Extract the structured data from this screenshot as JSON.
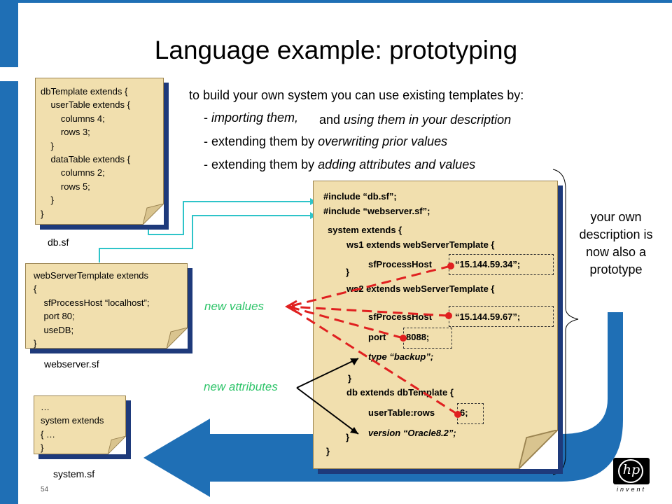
{
  "slide": {
    "title": "Language example: prototyping",
    "intro": "to build your own system you can use existing templates by:",
    "bullets": [
      {
        "plain": "- ",
        "italic": "importing them,"
      },
      {
        "plain": "and ",
        "italic": "using them in your description"
      },
      {
        "plain": "- extending them by ",
        "italic": "overwriting prior values"
      },
      {
        "plain": "- extending them by ",
        "italic": "adding attributes and values"
      }
    ],
    "side_note": "your own description is now also a prototype",
    "page_number": "54",
    "logo": {
      "mark": "hp",
      "tagline": "invent"
    }
  },
  "files": {
    "db": {
      "name": "db.sf",
      "code": "dbTemplate extends {\n    userTable extends {\n        columns 4;\n        rows 3;\n    }\n    dataTable extends {\n        columns 2;\n        rows 5;\n    }\n}"
    },
    "webserver": {
      "name": "webserver.sf",
      "code": "webServerTemplate extends\n{\n    sfProcessHost “localhost”;\n    port 80;\n    useDB;\n}"
    },
    "system": {
      "name": "system.sf",
      "code": "…\nsystem extends\n{ …\n}"
    }
  },
  "main": {
    "lines": [
      "#include “db.sf”;",
      "#include “webserver.sf”;",
      "system extends {",
      "ws1 extends webServerTemplate {",
      "sfProcessHost",
      "“15.144.59.34”;",
      "}",
      "ws2 extends webServerTemplate {",
      "sfProcessHost",
      "“15.144.59.67”;",
      "port",
      "8088;",
      "type “backup”;",
      "}",
      "db extends dbTemplate {",
      "userTable:rows",
      "6;",
      "version “Oracle8.2”;",
      "}",
      "}"
    ]
  },
  "labels": {
    "new_values": "new values",
    "new_attributes": "new attributes"
  },
  "colors": {
    "brand_blue": "#1f6fb5",
    "paper": "#f1dfae",
    "shadow": "#1e3a7b",
    "green_label": "#2fc46a",
    "red_arrow": "#e02020",
    "cyan_connector": "#2ec4c9"
  }
}
